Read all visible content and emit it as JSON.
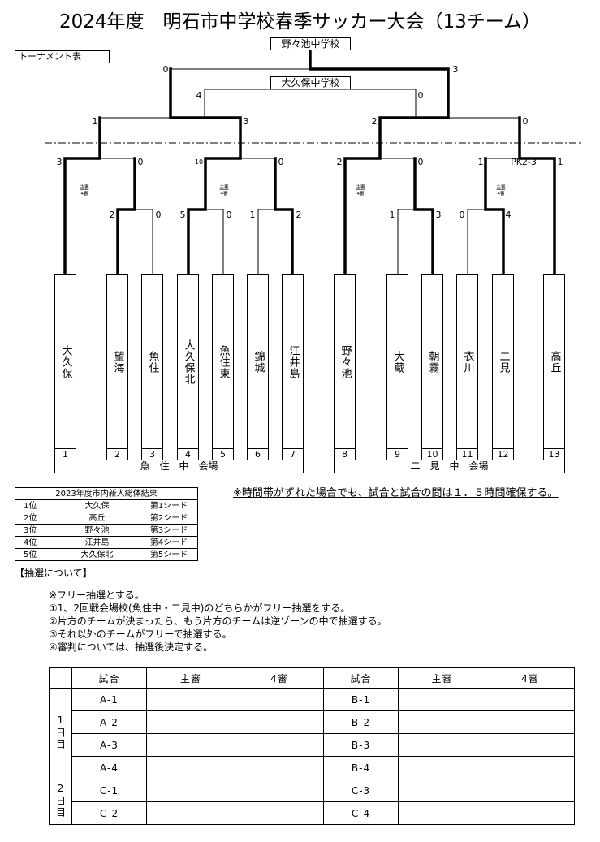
{
  "title": "2024年度　明石市中学校春季サッカー大会（13チーム）",
  "tournament_label": "トーナメント表",
  "champion": "野々池中学校",
  "third_place": "大久保中学校",
  "final": {
    "left_score": "0",
    "right_score": "3"
  },
  "third_place_match": {
    "left_score": "4",
    "right_score": "0"
  },
  "semifinals": [
    {
      "left_score": "1",
      "right_score": "3"
    },
    {
      "left_score": "2",
      "right_score": "0"
    }
  ],
  "quarterfinals": [
    {
      "left_score": "3",
      "right_score": "0"
    },
    {
      "left_score": "10",
      "right_score": "0"
    },
    {
      "left_score": "2",
      "right_score": "0"
    },
    {
      "left_score": "1",
      "right_score": "1",
      "pk": "PK2-3"
    }
  ],
  "first_round": [
    {
      "left_score": "2",
      "right_score": "0"
    },
    {
      "left_score": "5",
      "right_score": "0"
    },
    {
      "left_score": "1",
      "right_score": "2"
    },
    {
      "left_score": "1",
      "right_score": "3"
    },
    {
      "left_score": "0",
      "right_score": "4"
    }
  ],
  "referee_marks": [
    {
      "head": "主審",
      "fourth": "4審"
    },
    {
      "head": "主審",
      "fourth": "4審"
    },
    {
      "head": "主審",
      "fourth": "4審"
    },
    {
      "head": "主審",
      "fourth": "4審"
    }
  ],
  "teams": [
    {
      "no": "1",
      "name": "大久保"
    },
    {
      "no": "2",
      "name": "望海"
    },
    {
      "no": "3",
      "name": "魚住"
    },
    {
      "no": "4",
      "name": "大久保北"
    },
    {
      "no": "5",
      "name": "魚住東"
    },
    {
      "no": "6",
      "name": "錦城"
    },
    {
      "no": "7",
      "name": "江井島"
    },
    {
      "no": "8",
      "name": "野々池"
    },
    {
      "no": "9",
      "name": "大蔵"
    },
    {
      "no": "10",
      "name": "朝霧"
    },
    {
      "no": "11",
      "name": "衣川"
    },
    {
      "no": "12",
      "name": "二見"
    },
    {
      "no": "13",
      "name": "高丘"
    }
  ],
  "venues": [
    "魚　住　中　会場",
    "二　見　中　会場"
  ],
  "seed_results": {
    "title": "2023年度市内新人総体結果",
    "rows": [
      [
        "1位",
        "大久保",
        "第1シード"
      ],
      [
        "2位",
        "高丘",
        "第2シード"
      ],
      [
        "3位",
        "野々池",
        "第3シード"
      ],
      [
        "4位",
        "江井島",
        "第4シード"
      ],
      [
        "5位",
        "大久保北",
        "第5シード"
      ]
    ]
  },
  "time_note": "※時間帯がずれた場合でも、試合と試合の間は１．５時間確保する。",
  "lottery": {
    "heading": "【抽選について】",
    "lines": [
      "※フリー抽選とする。",
      "①1、2回戦会場校(魚住中・二見中)のどちらかがフリー抽選をする。",
      "②片方のチームが決まったら、もう片方のチームは逆ゾーンの中で抽選する。",
      "③それ以外のチームがフリーで抽選する。",
      "④審判については、抽選後決定する。"
    ]
  },
  "referee_table": {
    "headers": [
      "試合",
      "主審",
      "4審",
      "試合",
      "主審",
      "4審"
    ],
    "days": [
      {
        "label": "1日目",
        "rows": [
          {
            "left": "A-1",
            "right": "B-1"
          },
          {
            "left": "A-2",
            "right": "B-2"
          },
          {
            "left": "A-3",
            "right": "B-3"
          },
          {
            "left": "A-4",
            "right": "B-4"
          }
        ]
      },
      {
        "label": "2日目",
        "rows": [
          {
            "left": "C-1",
            "right": "C-3"
          },
          {
            "left": "C-2",
            "right": "C-4"
          }
        ]
      }
    ]
  }
}
